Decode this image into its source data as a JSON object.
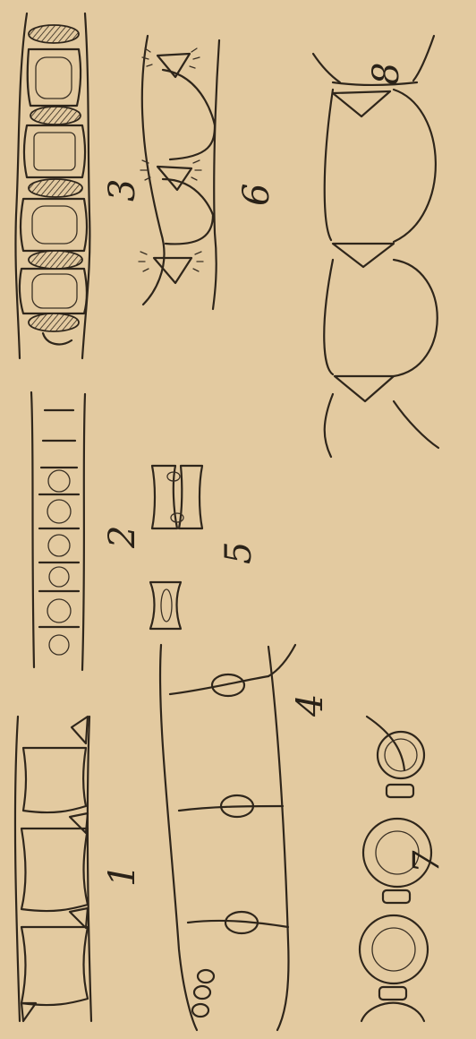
{
  "figure": {
    "panel_labels": [
      "1",
      "2",
      "3",
      "4",
      "5",
      "6",
      "7",
      "8"
    ]
  }
}
